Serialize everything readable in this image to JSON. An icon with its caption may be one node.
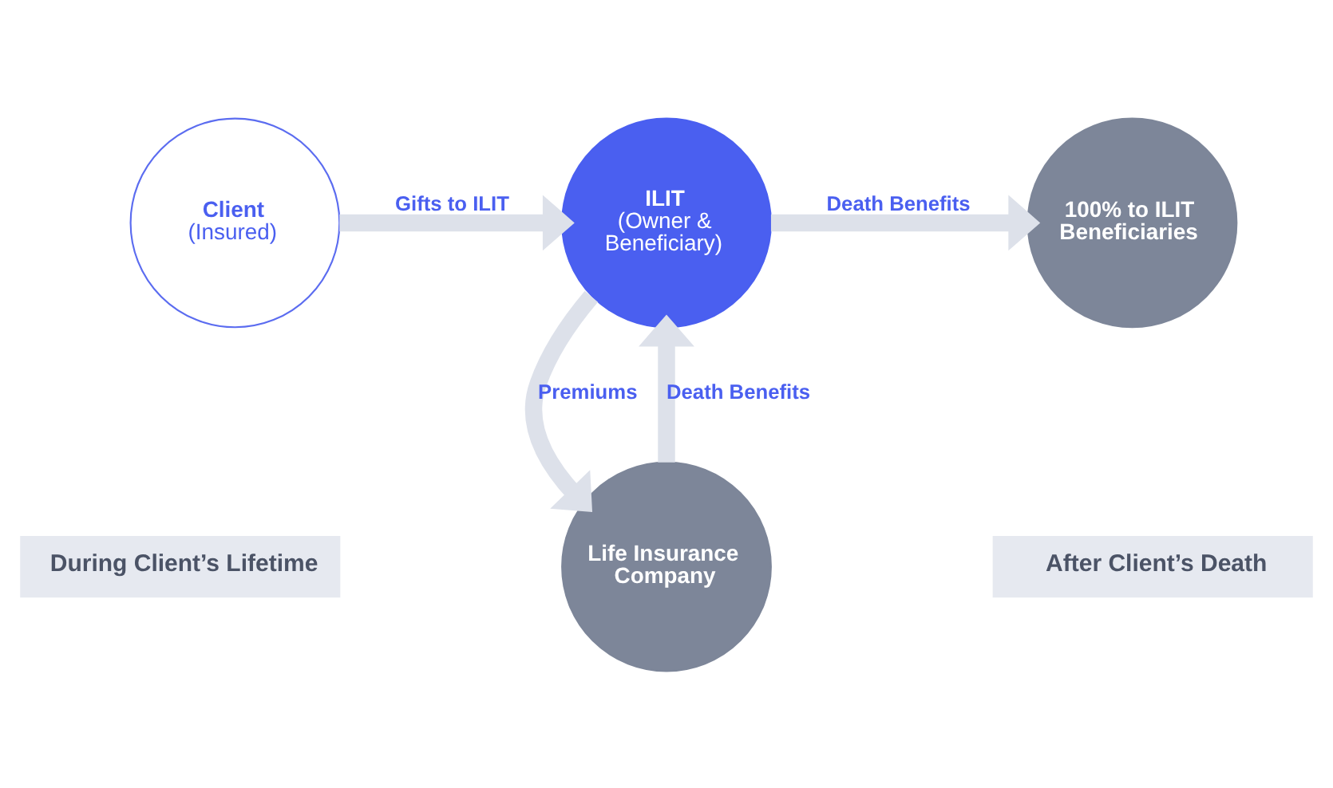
{
  "diagram": {
    "nodes": [
      {
        "text": [
          "Client",
          "(Insured)"
        ]
      },
      {
        "text": [
          "ILIT",
          "(Owner & Beneficiary)"
        ]
      },
      {
        "text": [
          "100% to ILIT Beneficiaries"
        ]
      },
      {
        "text": [
          "Life Insurance Company"
        ]
      }
    ],
    "edges": [
      {
        "from": 0,
        "to": 1,
        "arrow": "to",
        "label": "Gifts to ILIT"
      },
      {
        "from": 1,
        "to": 2,
        "arrow": "to",
        "label": "Death Benefits"
      },
      {
        "from": 1,
        "to": 3,
        "arrow": "to",
        "label": "Premiums"
      },
      {
        "from": 3,
        "to": 1,
        "arrow": "to",
        "label": "Death Benefits"
      }
    ],
    "labels": [
      "During Client’s Lifetime",
      "After Client’s Death"
    ]
  }
}
